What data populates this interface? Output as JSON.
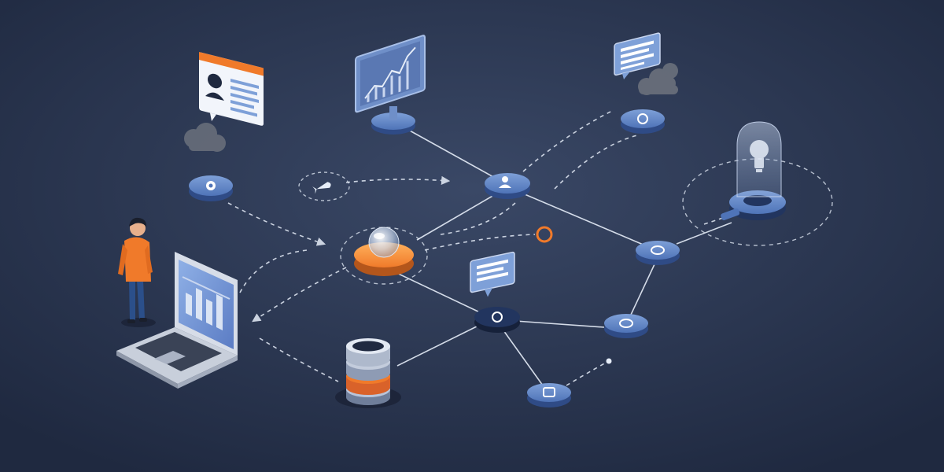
{
  "colors": {
    "background_center": "#3a4866",
    "background_edge": "#1f2940",
    "node_blue": "#4f74b8",
    "node_blue_light": "#7ea0d8",
    "node_navy": "#22355f",
    "accent_orange": "#f07a2a",
    "line_white": "#e6edf8",
    "panel_white": "#f2f5fb",
    "chart_panel": "#6f8fc8",
    "screen_blue": "#5b7cc4",
    "cloud_gray": "#6b717c"
  },
  "nodes": [
    {
      "id": "central-hub",
      "icon": "crystal-orb-icon",
      "style": "orange"
    },
    {
      "id": "chart-monitor-node",
      "icon": "line-chart-icon",
      "style": "blue"
    },
    {
      "id": "user-node",
      "icon": "person-icon",
      "style": "blue"
    },
    {
      "id": "profile-node",
      "icon": "gear-icon",
      "style": "blue"
    },
    {
      "id": "message-node",
      "icon": "chat-icon",
      "style": "blue"
    },
    {
      "id": "bulb-node",
      "icon": "lightbulb-icon",
      "style": "blue"
    },
    {
      "id": "ring-node-right",
      "icon": "ring-icon",
      "style": "blue"
    },
    {
      "id": "ring-node-lower",
      "icon": "ring-icon",
      "style": "blue"
    },
    {
      "id": "search-node",
      "icon": "search-icon",
      "style": "navy"
    },
    {
      "id": "document-node",
      "icon": "document-icon",
      "style": "blue"
    },
    {
      "id": "rocket-node",
      "icon": "rocket-icon",
      "style": "outline"
    },
    {
      "id": "database-node",
      "icon": "database-icon",
      "style": "stack"
    }
  ],
  "decorations": [
    "laptop-icon",
    "person-figure",
    "profile-card-icon",
    "cloud-icon",
    "chat-bubble-icon"
  ]
}
